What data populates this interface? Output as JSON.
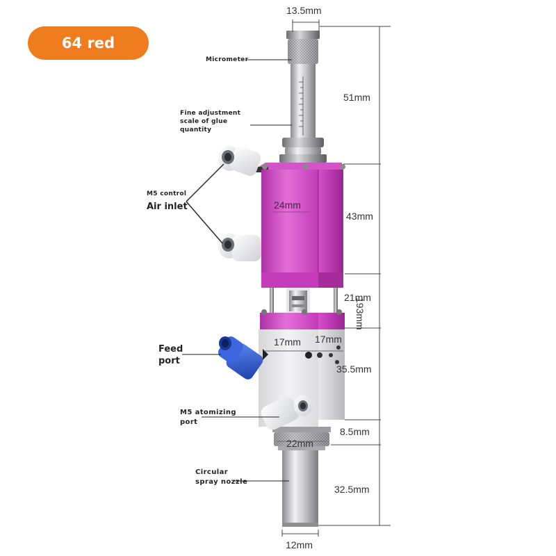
{
  "badge": {
    "label": "64 red",
    "color": "#ef7d1f"
  },
  "labels": {
    "micrometer": "Micrometer",
    "fine_adjustment_1": "Fine adjustment",
    "fine_adjustment_2": "scale of glue",
    "fine_adjustment_3": "quantity",
    "m5_control": "M5 control",
    "air_inlet": "Air inlet",
    "feed_port_1": "Feed",
    "feed_port_2": "port",
    "atomizing_1": "M5 atomizing",
    "atomizing_2": "port",
    "nozzle_1": "Circular",
    "nozzle_2": "spray nozzle"
  },
  "dimensions": {
    "top_width": "13.5mm",
    "micrometer_height": "51mm",
    "upper_block_height": "43mm",
    "upper_block_width": "24mm",
    "middle_height": "21mm",
    "total_height": "193mm",
    "lower_block_width_a": "17mm",
    "lower_block_width_b": "17mm",
    "lower_block_height": "35.5mm",
    "knurl_height": "8.5mm",
    "knurl_width": "22mm",
    "nozzle_height": "32.5mm",
    "nozzle_width": "12mm"
  },
  "colors": {
    "magenta_body": "#c23ab7",
    "magenta_light": "#e06ad4",
    "aluminum": "#e4e4e6",
    "fitting_blue": "#2f5bd1"
  }
}
